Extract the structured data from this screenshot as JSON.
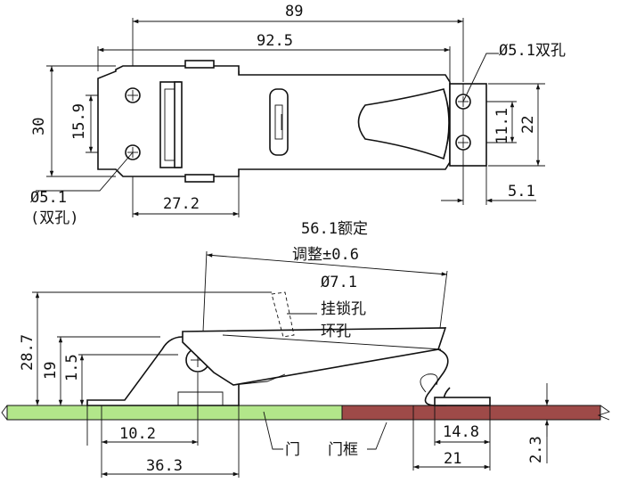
{
  "colors": {
    "door": "#b2e68a",
    "frame": "#9e4a48",
    "line": "#111111"
  },
  "top_view": {
    "overall_length": "89",
    "hole_span": "92.5",
    "body_height": "30",
    "hole_spacing_left": "15.9",
    "slot_width": "27.2",
    "strike_height": "22",
    "strike_hole_spacing": "11.1",
    "strike_width": "5.1",
    "strike_hole_label": "Ø5.1双孔",
    "base_hole_label": "Ø5.1",
    "base_hole_note": "(双孔)"
  },
  "side_view": {
    "adjust_label": "56.1额定",
    "adjust_tolerance": "调整±0.6",
    "padlock_hole_label": "Ø7.1",
    "padlock_hole_text": "挂锁孔",
    "ring_hole_text": "环孔",
    "total_height": "28.7",
    "height_19": "19",
    "height_15": "1.5",
    "dim_10_2": "10.2",
    "dim_36_3": "36.3",
    "dim_14_8": "14.8",
    "dim_21": "21",
    "dim_2_3": "2.3",
    "door_label": "门",
    "frame_label": "门框"
  }
}
